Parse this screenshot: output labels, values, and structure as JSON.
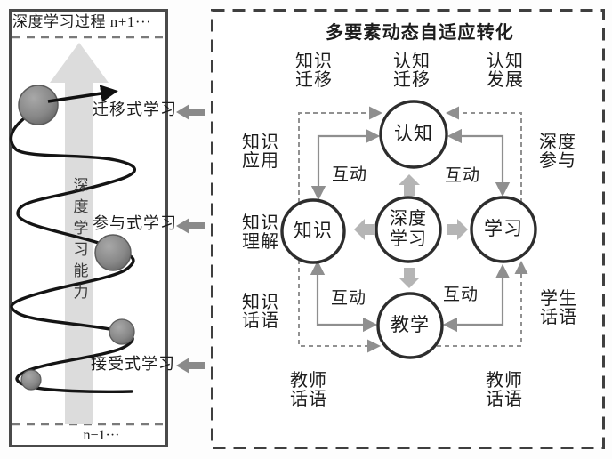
{
  "left_panel": {
    "top_label": "深度学习过程 n+1···",
    "bottom_label": "n−1···",
    "axis_label": "深\n度\n学\n习\n能\n力",
    "stages": [
      {
        "label": "迁移式学习"
      },
      {
        "label": "参与式学习"
      },
      {
        "label": "接受式学习"
      }
    ]
  },
  "right_panel": {
    "title": "多要素动态自适应转化",
    "top_labels": [
      "知识\n迁移",
      "认知\n迁移",
      "认知\n发展"
    ],
    "nodes": {
      "top": "认知",
      "left": "知识",
      "center": "深度\n学习",
      "right": "学习",
      "bottom": "教学"
    },
    "interaction_labels": [
      "互动",
      "互动",
      "互动",
      "互动"
    ],
    "side_labels": {
      "knowledge_application": "知识\n应用",
      "deep_participation": "深度\n参与",
      "knowledge_understanding": "知识\n理解",
      "knowledge_discourse": "知识\n话语",
      "student_discourse": "学生\n话语",
      "teacher_discourse_left": "教师\n话语",
      "teacher_discourse_right": "教师\n话语"
    }
  },
  "colors": {
    "circle_stroke": "#2d2d2d",
    "panel_border": "#4a4a4a",
    "growth_arrow": "#dcdcdc",
    "connector_arrow": "#8a8a8a",
    "center_arrow": "#b5b5b5",
    "loop_line": "#909090",
    "ball": "#8a8a8a"
  },
  "icons": {
    "growth_arrow": "up-arrow",
    "stage_pointers": "left-block-arrow",
    "center_pointers": "outward-block-arrows"
  }
}
